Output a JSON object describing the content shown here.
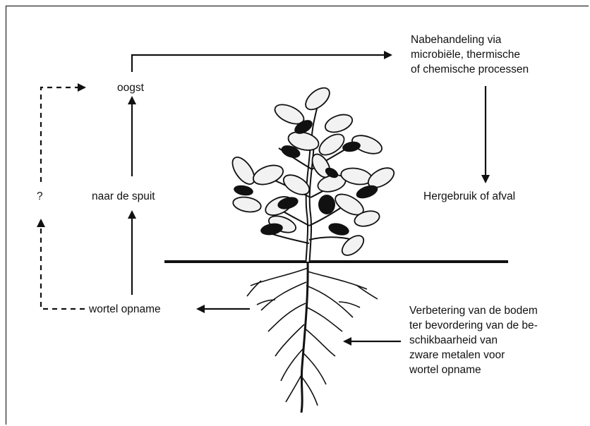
{
  "labels": {
    "oogst": "oogst",
    "question": "?",
    "naar_de_spuit": "naar de spuit",
    "wortel_opname": "wortel opname",
    "nabehandeling": "Nabehandeling via\nmicrobiële, thermische\nof chemische processen",
    "hergebruik": "Hergebruik of afval",
    "verbetering": "Verbetering van de  bodem\nter bevordering van de be-\nschikbaarheid van\nzware metalen voor\nwortel opname"
  },
  "colors": {
    "ink": "#111111",
    "leaf_light": "#f2f2f2",
    "leaf_dark": "#111111"
  }
}
